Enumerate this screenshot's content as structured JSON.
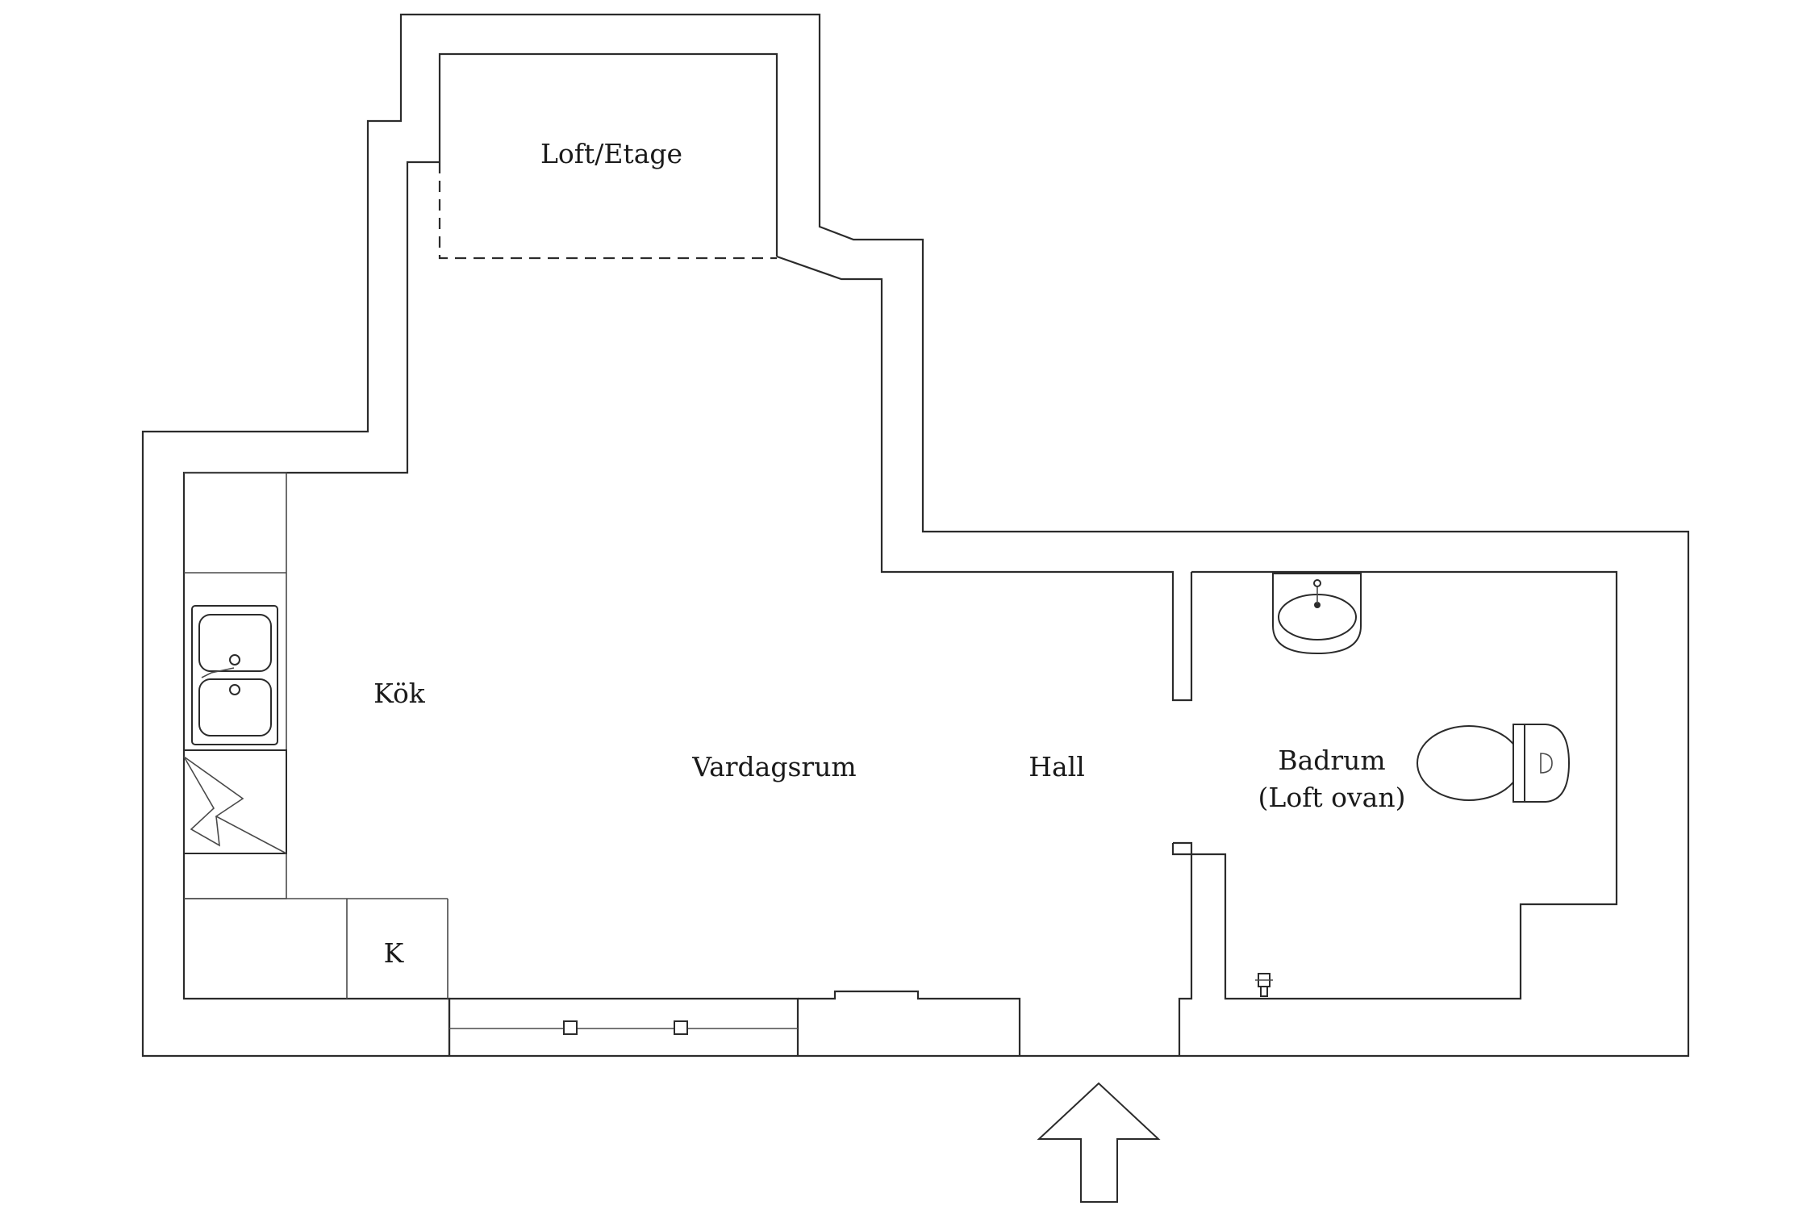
{
  "rooms": {
    "loft": "Loft/Etage",
    "kitchen": "Kök",
    "living_room": "Vardagsrum",
    "hall": "Hall",
    "bathroom": "Badrum",
    "bathroom_note": "(Loft ovan)",
    "closet": "K"
  },
  "icons": {
    "entrance": "arrow-up-icon",
    "sink": "double-sink-icon",
    "stove": "stove-icon",
    "basin": "wash-basin-icon",
    "toilet": "toilet-icon",
    "drain": "floor-drain-icon"
  },
  "colors": {
    "line": "#2b2b2b",
    "background": "#ffffff"
  }
}
